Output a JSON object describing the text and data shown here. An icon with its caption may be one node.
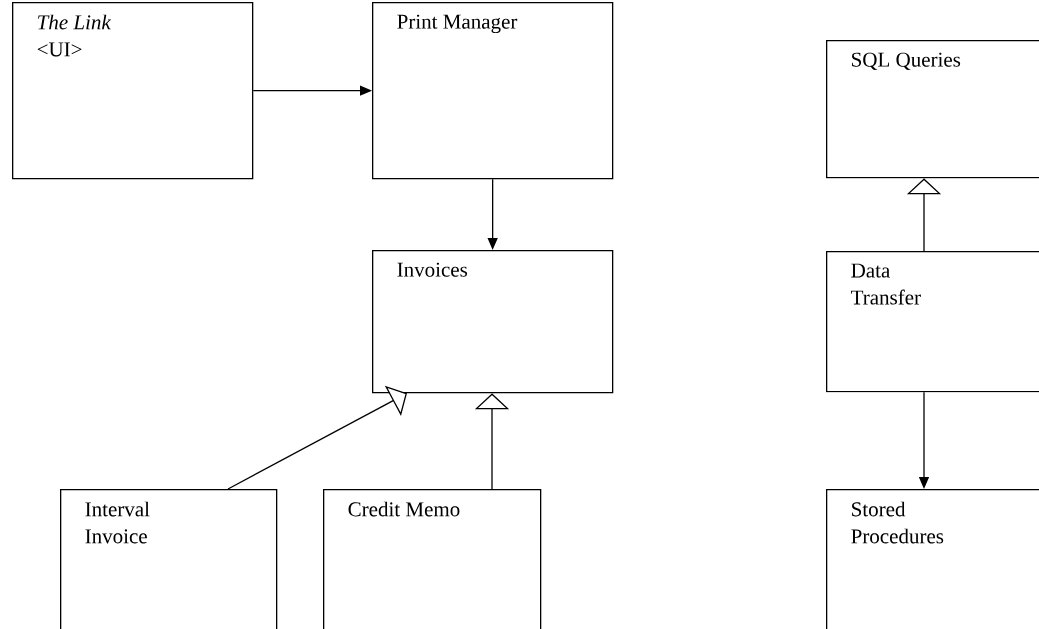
{
  "diagram": {
    "nodes": [
      {
        "text": [
          "The Link",
          "<UI>"
        ]
      },
      {
        "text": [
          "Print Manager"
        ]
      },
      {
        "text": [
          "Invoices"
        ]
      },
      {
        "text": [
          "Interval Invoice"
        ]
      },
      {
        "text": [
          "Credit Memo"
        ]
      },
      {
        "text": [
          "SQL Queries"
        ]
      },
      {
        "text": [
          "Data Transfer"
        ]
      },
      {
        "text": [
          "Stored Procedures"
        ]
      }
    ],
    "edges": [
      {
        "from": 0,
        "to": 1,
        "arrow": "to"
      },
      {
        "from": 1,
        "to": 2,
        "arrow": "to"
      },
      {
        "from": 3,
        "to": 2,
        "arrow": "to"
      },
      {
        "from": 4,
        "to": 2,
        "arrow": "to"
      },
      {
        "from": 6,
        "to": 5,
        "arrow": "to"
      },
      {
        "from": 6,
        "to": 7,
        "arrow": "to"
      }
    ]
  }
}
